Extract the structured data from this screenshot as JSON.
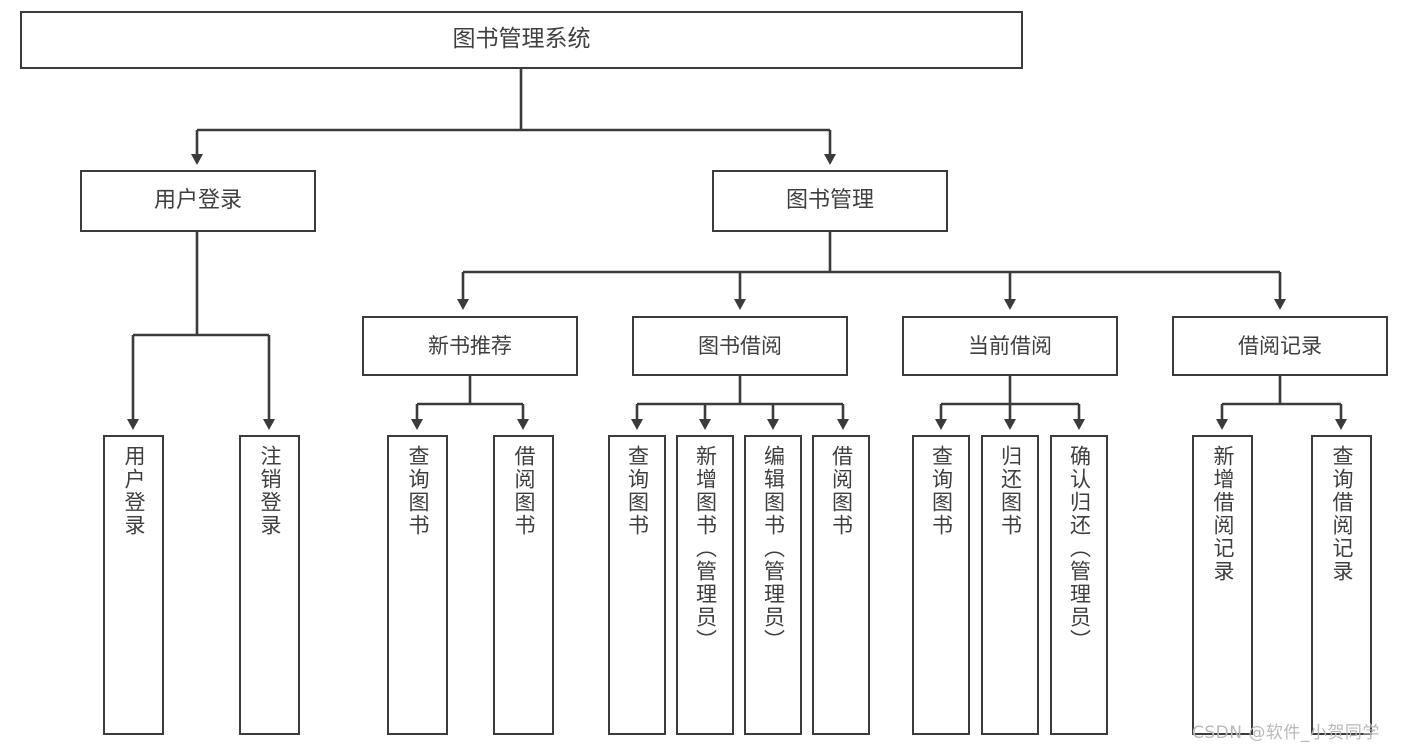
{
  "diagram": {
    "title": "图书管理系统",
    "type": "tree-hierarchy",
    "root": {
      "label": "图书管理系统"
    },
    "level2": [
      {
        "id": "user-login",
        "label": "用户登录"
      },
      {
        "id": "book-manage",
        "label": "图书管理"
      }
    ],
    "level3": [
      {
        "id": "new-book-recommend",
        "label": "新书推荐",
        "parent": "book-manage"
      },
      {
        "id": "book-borrow",
        "label": "图书借阅",
        "parent": "book-manage"
      },
      {
        "id": "current-borrow",
        "label": "当前借阅",
        "parent": "book-manage"
      },
      {
        "id": "borrow-record",
        "label": "借阅记录",
        "parent": "book-manage"
      }
    ],
    "leaves": [
      {
        "id": "leaf-user-login",
        "label": "用户登录",
        "parent": "user-login"
      },
      {
        "id": "leaf-logout-login",
        "label": "注销登录",
        "parent": "user-login"
      },
      {
        "id": "leaf-query-book-1",
        "label": "查询图书",
        "parent": "new-book-recommend"
      },
      {
        "id": "leaf-borrow-book-1",
        "label": "借阅图书",
        "parent": "new-book-recommend"
      },
      {
        "id": "leaf-query-book-2",
        "label": "查询图书",
        "parent": "book-borrow"
      },
      {
        "id": "leaf-add-book",
        "label": "新增图书（管理员）",
        "parent": "book-borrow"
      },
      {
        "id": "leaf-edit-book",
        "label": "编辑图书（管理员）",
        "parent": "book-borrow"
      },
      {
        "id": "leaf-borrow-book-2",
        "label": "借阅图书",
        "parent": "book-borrow"
      },
      {
        "id": "leaf-query-book-3",
        "label": "查询图书",
        "parent": "current-borrow"
      },
      {
        "id": "leaf-return-book",
        "label": "归还图书",
        "parent": "current-borrow"
      },
      {
        "id": "leaf-confirm-return",
        "label": "确认归还（管理员）",
        "parent": "current-borrow"
      },
      {
        "id": "leaf-add-record",
        "label": "新增借阅记录",
        "parent": "borrow-record"
      },
      {
        "id": "leaf-query-record",
        "label": "查询借阅记录",
        "parent": "borrow-record"
      }
    ]
  },
  "watermark": {
    "text": "CSDN @软件_小贺同学"
  },
  "colors": {
    "stroke": "#3b3b3b",
    "text": "#3f3f3f",
    "background": "#ffffff",
    "watermark": "#b9b9b9"
  }
}
